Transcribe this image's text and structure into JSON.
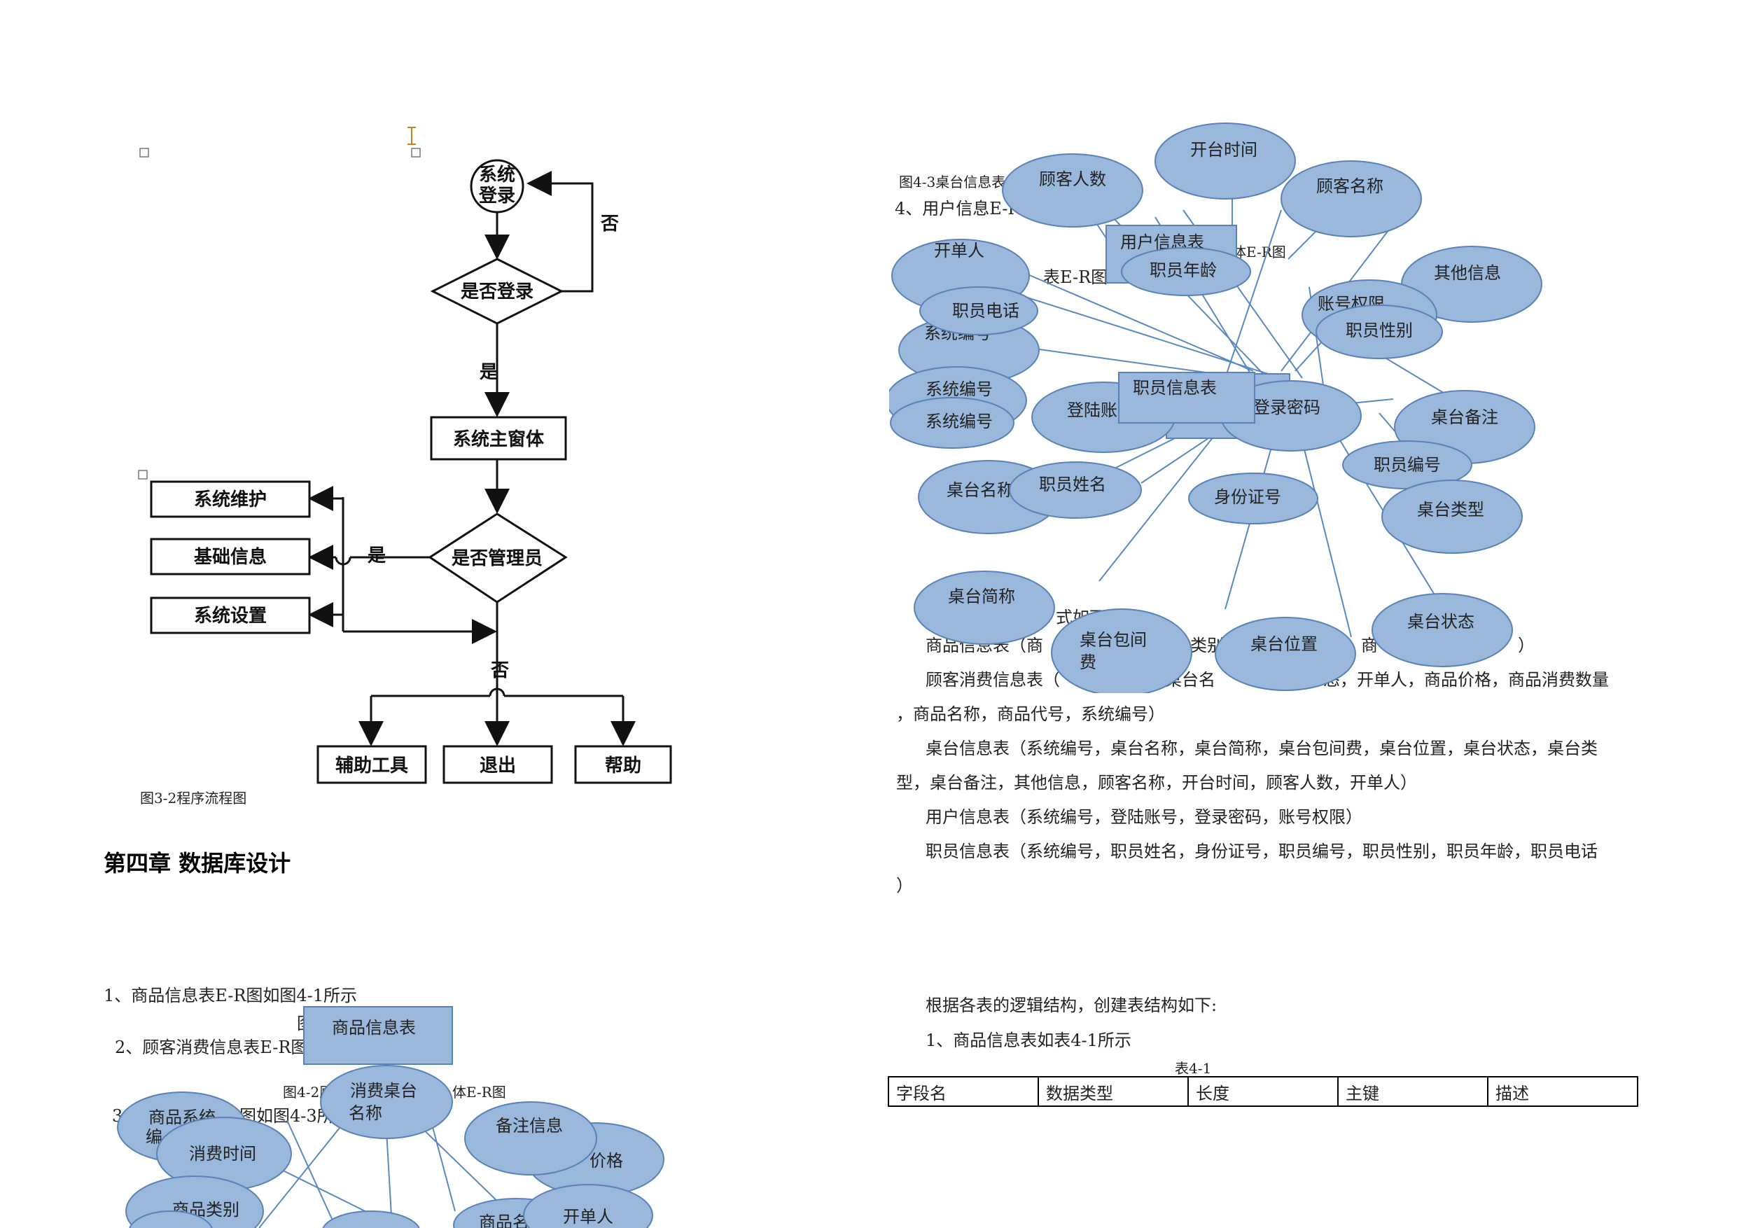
{
  "flowchart": {
    "nodes": {
      "login": [
        "系统",
        "登录"
      ],
      "is_login": "是否登录",
      "main_window": "系统主窗体",
      "is_admin": "是否管理员",
      "maintenance": "系统维护",
      "basic_info": "基础信息",
      "settings": "系统设置",
      "tools": "辅助工具",
      "exit": "退出",
      "help": "帮助"
    },
    "labels": {
      "no1": "否",
      "yes1": "是",
      "yes2": "是",
      "no2": "否"
    },
    "caption": "图3-2程序流程图"
  },
  "chapter_title": "第四章 数据库设计",
  "left_section": {
    "line1": "1、商品信息表E-R图如图4-1所示",
    "line2_prefix": "图",
    "line3": "2、顾客消费信息表E-R图",
    "line4": "图4-2顾",
    "line4_suffix": "体E-R图",
    "line5": "3、",
    "line5_suffix": "图如图4-3所"
  },
  "er_left": {
    "entity": "商品信息表",
    "attributes": [
      "消费桌台",
      "名称",
      "商品系统",
      "编",
      "消费时间",
      "备注信息",
      "价格",
      "商品类别",
      "开单人",
      "商品名"
    ]
  },
  "right_top": {
    "caption_43": "图4-3桌台信息表",
    "line_user": "4、用户信息E-R",
    "frag_1": "体E-R图",
    "frag_2": "表E-R图",
    "frag_3": "式如下:",
    "entity_user": "用户信息表",
    "entity_staff": "职员信息表",
    "attributes": [
      "开台时间",
      "顾客人数",
      "顾客名称",
      "开单人",
      "职员年龄",
      "其他信息",
      "账号权限",
      "职员性别",
      "职员电话",
      "系统编号",
      "系统编号",
      "系统编号",
      "登陆账",
      "登录密码",
      "桌台备注",
      "职员编号",
      "桌台名称",
      "职员姓名",
      "身份证号",
      "桌台类型",
      "桌台简称",
      "桌台包间",
      "费",
      "桌台位置",
      "桌台状态"
    ]
  },
  "tables_text": {
    "p1": "商品信息表（商",
    "p1_mid": "类别",
    "p1_end": "商",
    "p1_tail": "）",
    "p2": "顾客消费信息表（",
    "p2_mid": "费桌台名",
    "p2_rest": "态，开单人，商品价格，商品消费数量",
    "p2_line2": "，商品名称，商品代号，系统编号）",
    "p3": "桌台信息表（系统编号，桌台名称，桌台简称，桌台包间费，桌台位置，桌台状态，桌台类",
    "p3_line2": "型，桌台备注，其他信息，顾客名称，开台时间，顾客人数，开单人）",
    "p4": "用户信息表（系统编号，登陆账号，登录密码，账号权限）",
    "p5": "职员信息表（系统编号，职员姓名，身份证号，职员编号，职员性别，职员年龄，职员电话",
    "p5_line2": "）"
  },
  "logic_intro": "根据各表的逻辑结构，创建表结构如下:",
  "table_intro": "1、商品信息表如表4-1所示",
  "table_caption": "表4-1",
  "table_headers": [
    "字段名",
    "数据类型",
    "长度",
    "主键",
    "描述"
  ],
  "colors": {
    "ellipse_fill": "#99b8dc",
    "ellipse_stroke": "#5a82b6",
    "line": "#5a89c2",
    "accent_cursor": "#c8801a"
  }
}
